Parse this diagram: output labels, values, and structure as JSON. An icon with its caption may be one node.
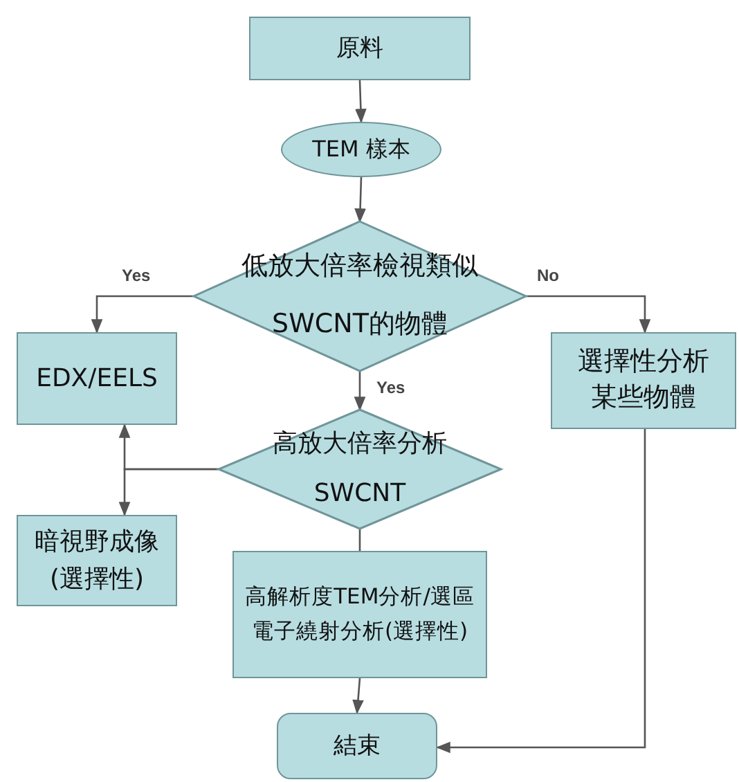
{
  "diagram": {
    "nodes": [
      {
        "text": [
          "原料"
        ]
      },
      {
        "text": [
          "TEM 樣本"
        ]
      },
      {
        "text": [
          "低放大倍率檢視類似SWCNT的物體"
        ]
      },
      {
        "text": [
          "EDX/EELS"
        ]
      },
      {
        "text": [
          "選擇性分析某些物體"
        ]
      },
      {
        "text": [
          "高放大倍率分析SWCNT"
        ]
      },
      {
        "text": [
          "暗視野成像(選擇性)"
        ]
      },
      {
        "text": [
          "高解析度TEM分析/選區電子繞射分析(選擇性)"
        ]
      },
      {
        "text": [
          "結束"
        ]
      }
    ],
    "edges": [
      {
        "from": 0,
        "to": 1,
        "arrow": "to"
      },
      {
        "from": 1,
        "to": 2,
        "arrow": "to"
      },
      {
        "from": 2,
        "to": 3,
        "arrow": "to",
        "label": "Yes"
      },
      {
        "from": 2,
        "to": 4,
        "arrow": "to",
        "label": "No"
      },
      {
        "from": 2,
        "to": 5,
        "arrow": "to",
        "label": "Yes"
      },
      {
        "from": 5,
        "to": 3,
        "arrow": "to"
      },
      {
        "from": 5,
        "to": 6,
        "arrow": "to"
      },
      {
        "from": 5,
        "to": 7,
        "arrow": "none"
      },
      {
        "from": 7,
        "to": 8,
        "arrow": "to"
      },
      {
        "from": 4,
        "to": 8,
        "arrow": "to"
      }
    ]
  }
}
